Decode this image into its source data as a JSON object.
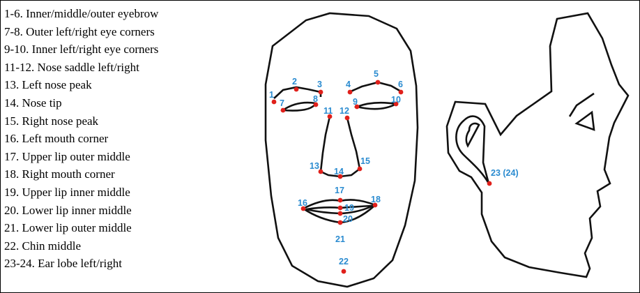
{
  "legend": [
    "1-6. Inner/middle/outer eyebrow",
    "7-8. Outer left/right eye corners",
    "9-10. Inner left/right eye corners",
    "11-12. Nose saddle left/right",
    "13. Left nose peak",
    "14. Nose tip",
    "15. Right nose peak",
    "16. Left mouth corner",
    "17. Upper lip outer middle",
    "18. Right mouth corner",
    "19. Upper lip inner middle",
    "20. Lower lip inner middle",
    "21. Lower lip outer middle",
    "22. Chin middle",
    "23-24. Ear lobe left/right"
  ],
  "landmark_labels": {
    "l1": "1",
    "l2": "2",
    "l3": "3",
    "l4": "4",
    "l5": "5",
    "l6": "6",
    "l7": "7",
    "l8": "8",
    "l9": "9",
    "l10": "10",
    "l11": "11",
    "l12": "12",
    "l13": "13",
    "l14": "14",
    "l15": "15",
    "l16": "16",
    "l17": "17",
    "l18": "18",
    "l19": "19",
    "l20": "20",
    "l21": "21",
    "l22": "22",
    "l23": "23 (24)"
  },
  "colors": {
    "outline": "#111111",
    "landmark_dot": "#e0201b",
    "landmark_label": "#2a8bd0"
  }
}
